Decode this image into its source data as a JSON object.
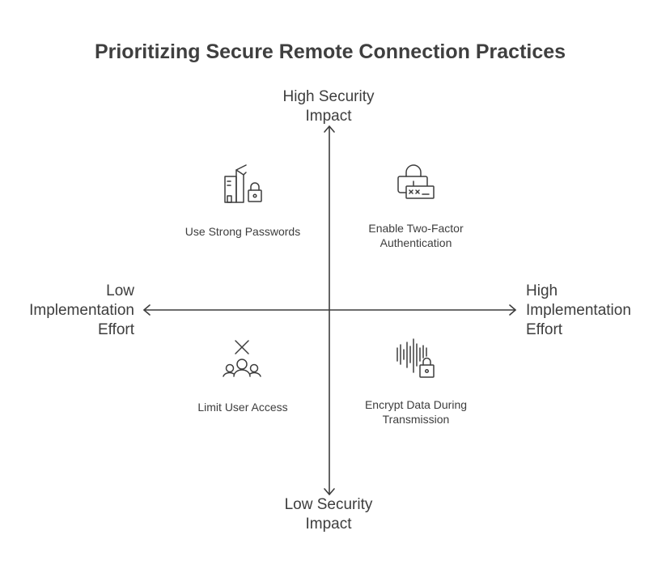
{
  "title": "Prioritizing Secure Remote Connection Practices",
  "axes": {
    "y_top": [
      "High Security",
      "Impact"
    ],
    "y_bottom": [
      "Low Security",
      "Impact"
    ],
    "x_left": [
      "Low",
      "Implementation",
      "Effort"
    ],
    "x_right": [
      "High",
      "Implementation",
      "Effort"
    ]
  },
  "quadrants": {
    "top_left": {
      "lines": [
        "Use Strong Passwords"
      ],
      "icon": "password-server-lock-icon"
    },
    "top_right": {
      "lines": [
        "Enable Two-Factor",
        "Authentication"
      ],
      "icon": "two-factor-lock-icon"
    },
    "bottom_left": {
      "lines": [
        "Limit User Access"
      ],
      "icon": "users-restricted-icon"
    },
    "bottom_right": {
      "lines": [
        "Encrypt Data During",
        "Transmission"
      ],
      "icon": "encrypted-signal-icon"
    }
  },
  "colors": {
    "text": "#3d3d3d",
    "axis": "#3d3d3d"
  }
}
